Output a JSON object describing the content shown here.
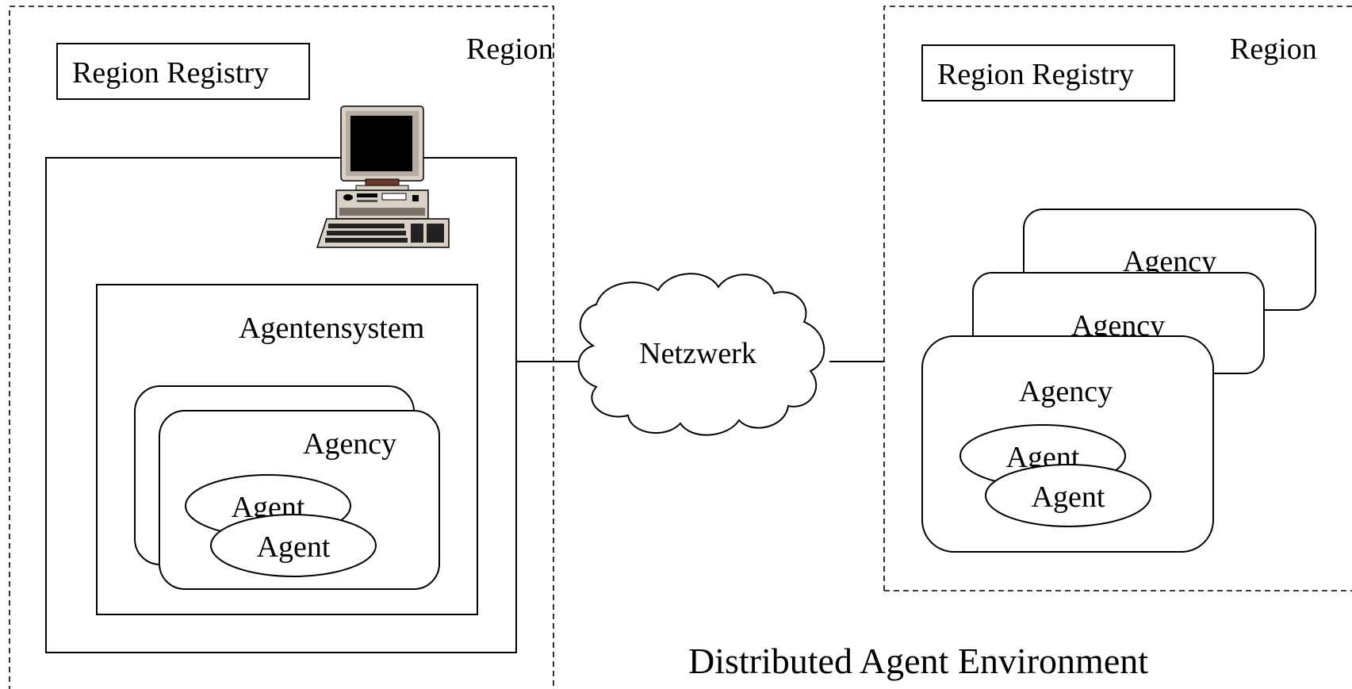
{
  "diagram": {
    "caption": "Distributed Agent Environment",
    "network_label": "Netzwerk",
    "left_region": {
      "region_label": "Region",
      "registry_label": "Region Registry",
      "host_icon": "desktop-computer-icon",
      "agent_system_label": "Agentensystem",
      "agency_label": "Agency",
      "agent_back_label": "Agent",
      "agent_front_label": "Agent"
    },
    "right_region": {
      "region_label": "Region",
      "registry_label": "Region Registry",
      "agency_back_label": "Agency",
      "agency_middle_label": "Agency",
      "agency_front_label": "Agency",
      "agent_back_label": "Agent",
      "agent_front_label": "Agent"
    }
  },
  "colors": {
    "stroke": "#000000",
    "background": "#ffffff",
    "computer_body": "#d9d0c6",
    "computer_screen": "#000000",
    "computer_base": "#6b3a2a"
  }
}
